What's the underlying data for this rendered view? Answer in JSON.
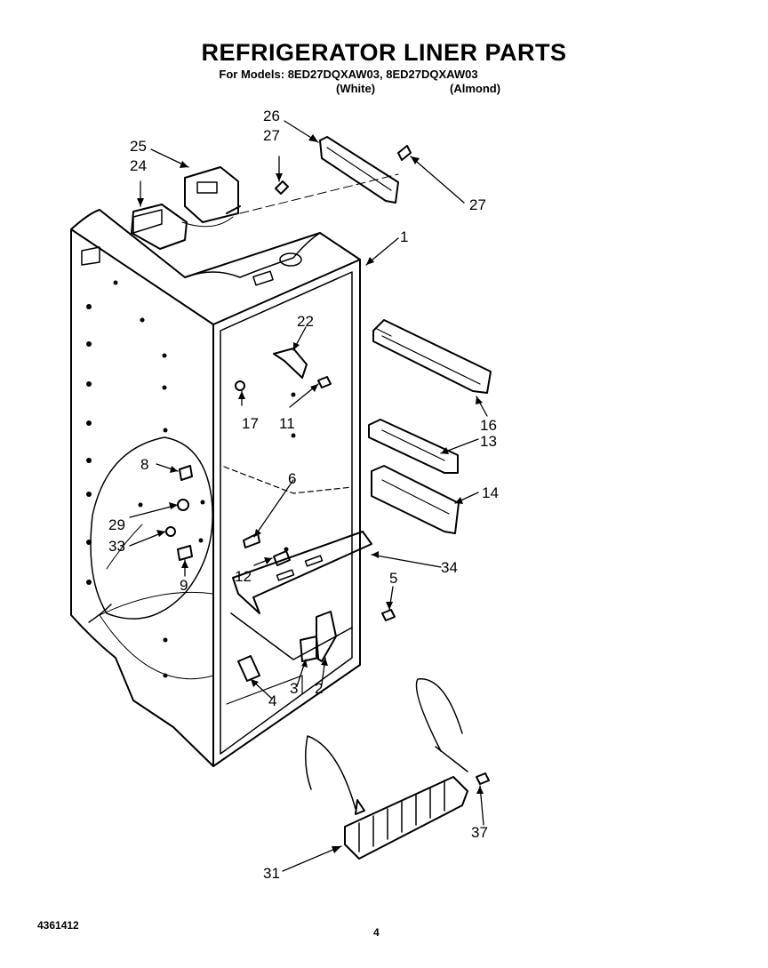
{
  "title": "REFRIGERATOR LINER PARTS",
  "models_line": "For Models: 8ED27DQXAW03, 8ED27DQXAW03",
  "variants": [
    "(White)",
    "(Almond)"
  ],
  "callouts": [
    {
      "id": "26",
      "label": "26"
    },
    {
      "id": "27a",
      "label": "27"
    },
    {
      "id": "27b",
      "label": "27"
    },
    {
      "id": "25",
      "label": "25"
    },
    {
      "id": "24",
      "label": "24"
    },
    {
      "id": "1",
      "label": "1"
    },
    {
      "id": "22",
      "label": "22"
    },
    {
      "id": "17",
      "label": "17"
    },
    {
      "id": "11",
      "label": "11"
    },
    {
      "id": "16",
      "label": "16"
    },
    {
      "id": "13",
      "label": "13"
    },
    {
      "id": "14",
      "label": "14"
    },
    {
      "id": "8",
      "label": "8"
    },
    {
      "id": "6",
      "label": "6"
    },
    {
      "id": "29",
      "label": "29"
    },
    {
      "id": "33",
      "label": "33"
    },
    {
      "id": "9",
      "label": "9"
    },
    {
      "id": "12",
      "label": "12"
    },
    {
      "id": "34",
      "label": "34"
    },
    {
      "id": "5",
      "label": "5"
    },
    {
      "id": "4",
      "label": "4"
    },
    {
      "id": "3",
      "label": "3"
    },
    {
      "id": "2",
      "label": "2"
    },
    {
      "id": "37",
      "label": "37"
    },
    {
      "id": "31",
      "label": "31"
    }
  ],
  "footer": {
    "doc_number": "4361412",
    "page_number": "4"
  }
}
